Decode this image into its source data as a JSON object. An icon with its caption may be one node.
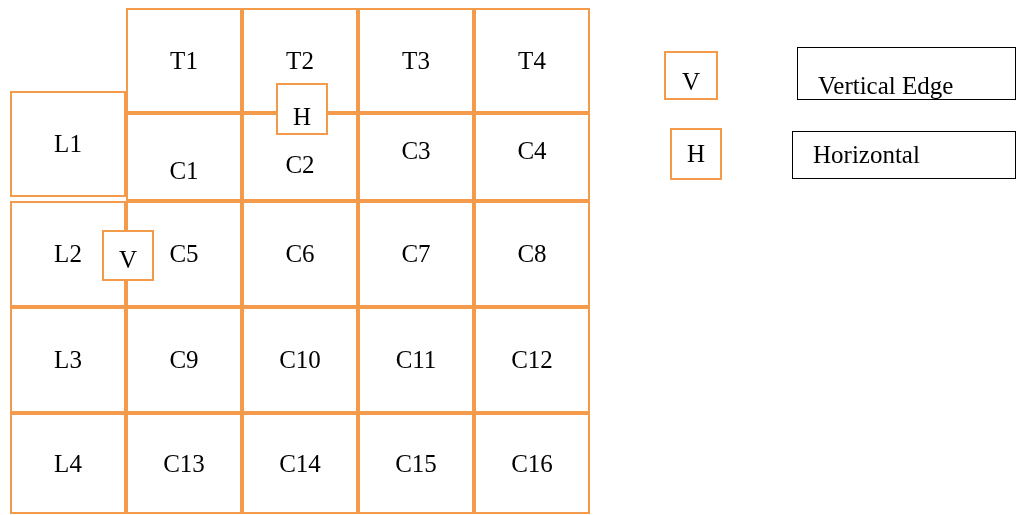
{
  "diagram": {
    "nodes": [
      {
        "text": [
          "T1"
        ]
      },
      {
        "text": [
          "T2"
        ]
      },
      {
        "text": [
          "T3"
        ]
      },
      {
        "text": [
          "T4"
        ]
      },
      {
        "text": [
          "L1"
        ]
      },
      {
        "text": [
          "C1"
        ]
      },
      {
        "text": [
          "C2"
        ]
      },
      {
        "text": [
          "C3"
        ]
      },
      {
        "text": [
          "C4"
        ]
      },
      {
        "text": [
          "L2"
        ]
      },
      {
        "text": [
          "C5"
        ]
      },
      {
        "text": [
          "C6"
        ]
      },
      {
        "text": [
          "C7"
        ]
      },
      {
        "text": [
          "C8"
        ]
      },
      {
        "text": [
          "L3"
        ]
      },
      {
        "text": [
          "C9"
        ]
      },
      {
        "text": [
          "C10"
        ]
      },
      {
        "text": [
          "C11"
        ]
      },
      {
        "text": [
          "C12"
        ]
      },
      {
        "text": [
          "L4"
        ]
      },
      {
        "text": [
          "C13"
        ]
      },
      {
        "text": [
          "C14"
        ]
      },
      {
        "text": [
          "C15"
        ]
      },
      {
        "text": [
          "C16"
        ]
      },
      {
        "text": [
          "H"
        ]
      },
      {
        "text": [
          "V"
        ]
      },
      {
        "text": [
          "V"
        ]
      },
      {
        "text": [
          "Vertical Edge"
        ]
      },
      {
        "text": [
          "H"
        ]
      },
      {
        "text": [
          "Horizontal"
        ]
      }
    ]
  }
}
